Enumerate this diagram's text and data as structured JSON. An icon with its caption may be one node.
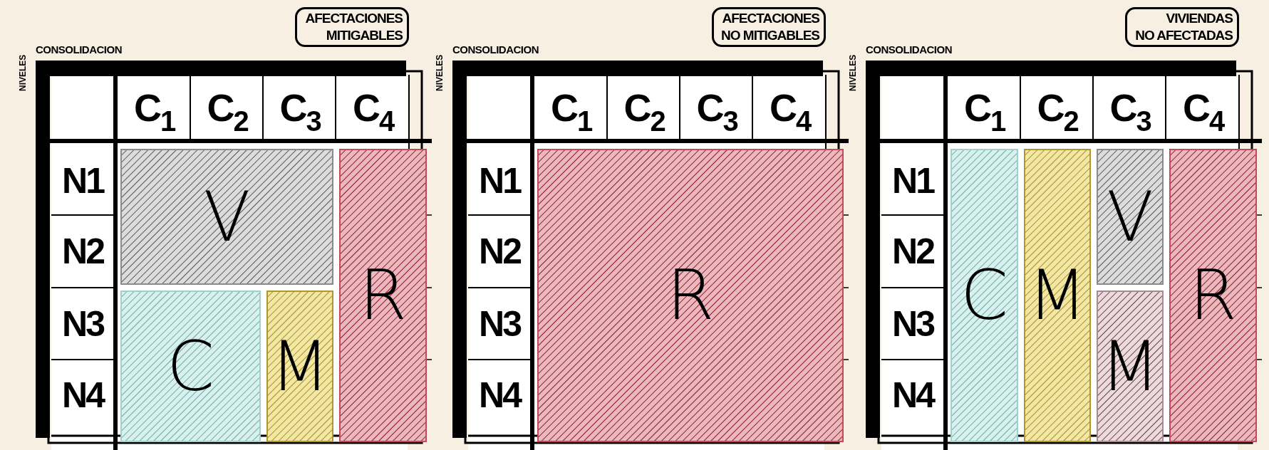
{
  "diagram": {
    "nodes": [
      {
        "text": [
          "AFECTACIONES MITIGABLES"
        ]
      },
      {
        "text": [
          "V"
        ]
      },
      {
        "text": [
          "C"
        ]
      },
      {
        "text": [
          "M"
        ]
      },
      {
        "text": [
          "R"
        ]
      },
      {
        "text": [
          "AFECTACIONES NO MITIGABLES"
        ]
      },
      {
        "text": [
          "R"
        ]
      },
      {
        "text": [
          "VIVIENDAS NO AFECTADAS"
        ]
      },
      {
        "text": [
          "C"
        ]
      },
      {
        "text": [
          "M"
        ]
      },
      {
        "text": [
          "V"
        ]
      },
      {
        "text": [
          "M"
        ]
      },
      {
        "text": [
          "R"
        ]
      }
    ],
    "labels": [
      "CONSOLIDACION",
      "NIVELES",
      "C$_{1}$",
      "C$_{2}$",
      "C$_{3}$",
      "C$_{4}$",
      "N1",
      "N2",
      "N3",
      "N4",
      "CONSOLIDACION",
      "NIVELES",
      "C$_{1}$",
      "C$_{2}$",
      "C$_{3}$",
      "C$_{4}$",
      "N1",
      "N2",
      "N3",
      "N4",
      "CONSOLIDACION",
      "NIVELES",
      "C$_{1}$",
      "C$_{2}$",
      "C$_{3}$",
      "C$_{4}$",
      "N1",
      "N2",
      "N3",
      "N4"
    ]
  }
}
